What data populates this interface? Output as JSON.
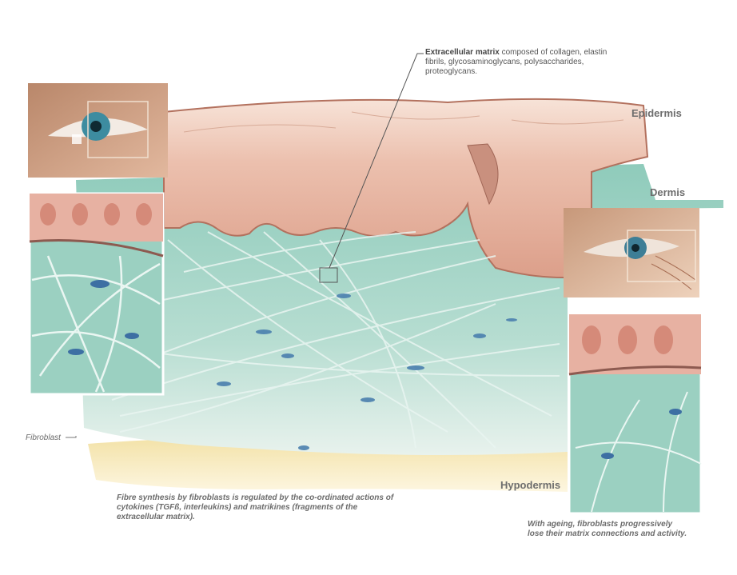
{
  "labels": {
    "ecm_bold": "Extracellular matrix",
    "ecm_rest": " composed of collagen, elastin fibrils, glycosaminoglycans, polysaccharides, proteoglycans.",
    "epidermis": "Epidermis",
    "dermis": "Dermis",
    "hypodermis": "Hypodermis",
    "fibroblast": "Fibroblast"
  },
  "captions": {
    "fibre_synthesis": "Fibre synthesis by fibroblasts is regulated by the co-ordinated actions of cytokines (TGFß, interleukins) and matrikines (fragments of the extracellular matrix).",
    "ageing": "With ageing, fibroblasts progressively lose their matrix connections and activity."
  },
  "colors": {
    "dermis": "#a9d7c9",
    "epidermis": "#e7b3a1",
    "hypodermis": "#f0dca0",
    "fibroblast": "#3a6e9a"
  }
}
